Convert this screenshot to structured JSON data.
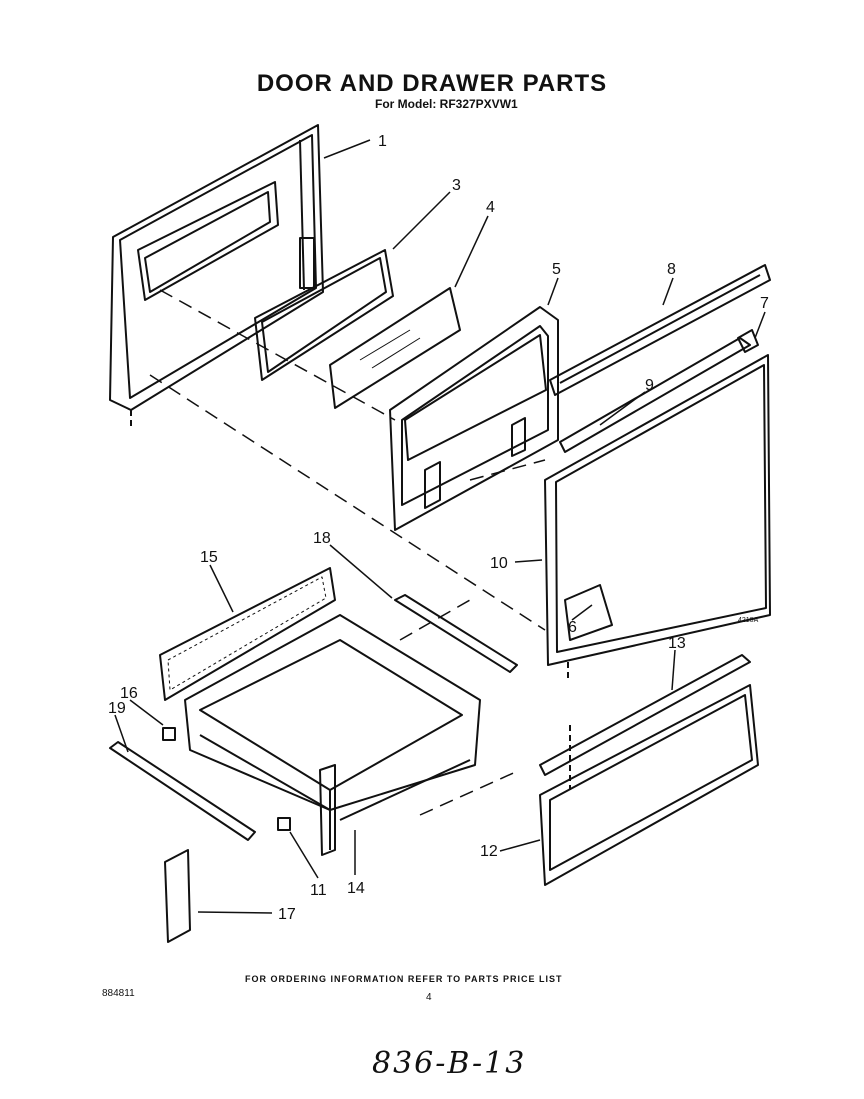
{
  "header": {
    "title": "DOOR AND DRAWER PARTS",
    "model": "For Model: RF327PXVW1"
  },
  "callouts": [
    "1",
    "3",
    "4",
    "5",
    "8",
    "7",
    "9",
    "10",
    "6",
    "18",
    "15",
    "16",
    "19",
    "13",
    "12",
    "11",
    "14",
    "17"
  ],
  "figure_code": "4210A",
  "footer": {
    "ordering_note": "FOR ORDERING INFORMATION REFER TO PARTS PRICE LIST",
    "doc_number": "884811",
    "page_number": "4"
  },
  "handwritten_note": "836-B-13"
}
